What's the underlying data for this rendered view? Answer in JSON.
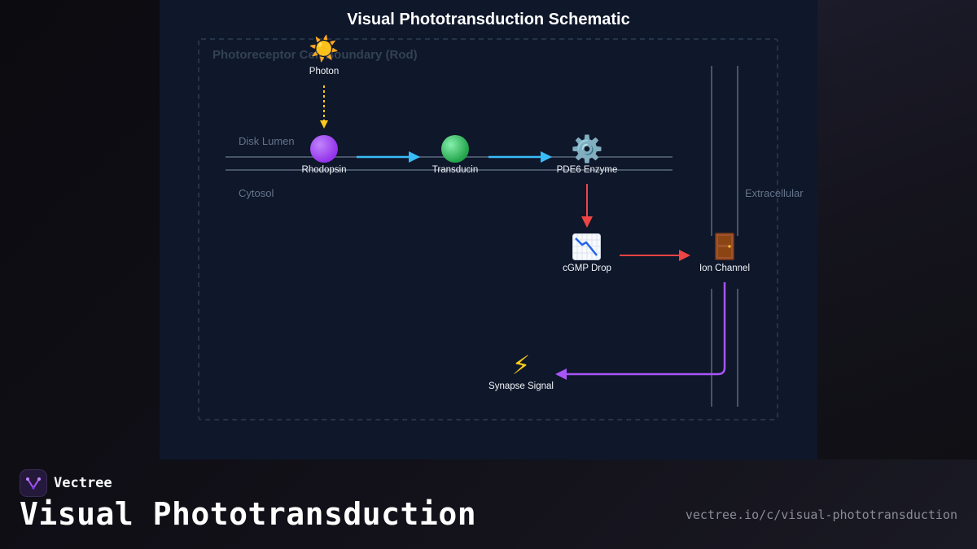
{
  "diagram": {
    "title": "Visual Phototransduction Schematic",
    "boundary_label": "Photoreceptor Cell Boundary (Rod)",
    "regions": {
      "disk_lumen": "Disk Lumen",
      "cytosol": "Cytosol",
      "extracellular": "Extracellular"
    },
    "nodes": {
      "photon": {
        "label": "Photon",
        "icon": "sun-icon"
      },
      "rhodopsin": {
        "label": "Rhodopsin",
        "icon": "purple-circle-icon"
      },
      "transducin": {
        "label": "Transducin",
        "icon": "green-circle-icon"
      },
      "pde6": {
        "label": "PDE6 Enzyme",
        "icon": "gear-icon"
      },
      "cgmp": {
        "label": "cGMP Drop",
        "icon": "chart-decreasing-icon"
      },
      "ion_channel": {
        "label": "Ion Channel",
        "icon": "door-icon"
      },
      "synapse": {
        "label": "Synapse Signal",
        "icon": "lightning-icon"
      }
    },
    "colors": {
      "photon_arrow": "#facc15",
      "activation_arrow": "#38bdf8",
      "inhibition_arrow": "#ef4444",
      "signal_arrow": "#a855f7"
    }
  },
  "footer": {
    "brand": "Vectree",
    "title": "Visual Phototransduction",
    "url": "vectree.io/c/visual-phototransduction"
  }
}
